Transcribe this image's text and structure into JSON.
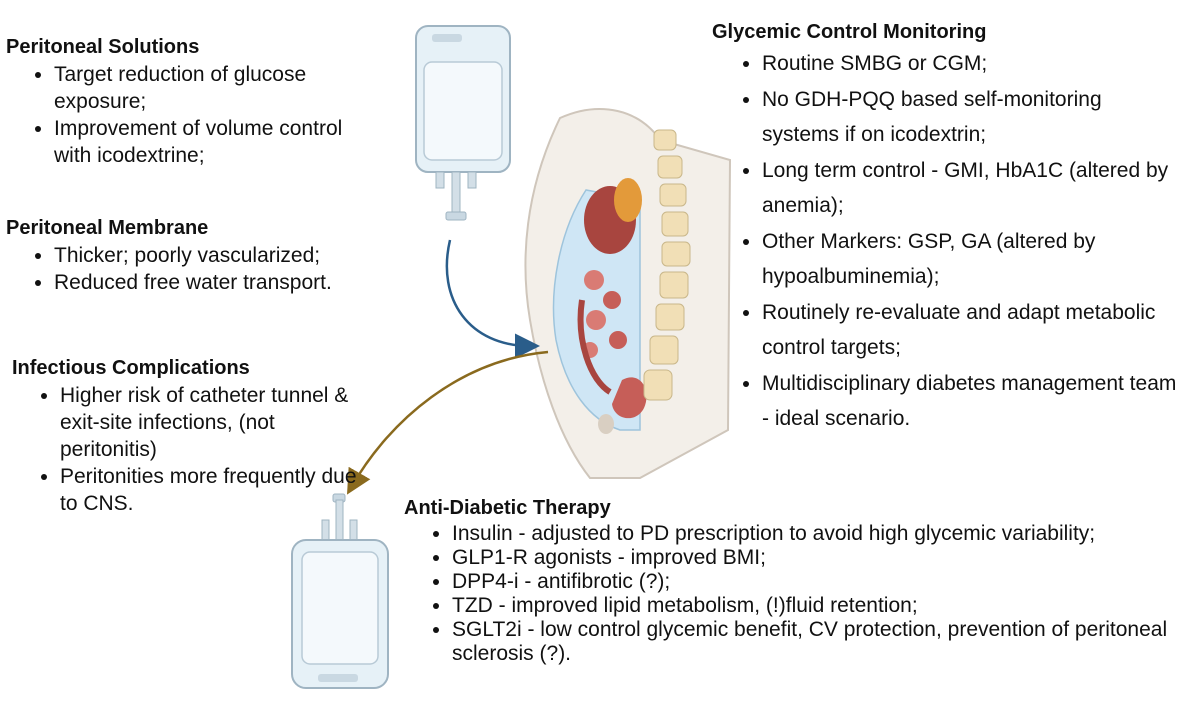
{
  "peritoneal_solutions": {
    "title": "Peritoneal Solutions",
    "items": [
      "Target reduction of glucose exposure;",
      "Improvement of volume control with icodextrine;"
    ]
  },
  "peritoneal_membrane": {
    "title": "Peritoneal Membrane",
    "items": [
      "Thicker; poorly vascularized;",
      "Reduced free water transport."
    ]
  },
  "infectious_complications": {
    "title": "Infectious Complications",
    "items": [
      "Higher risk of catheter tunnel & exit-site infections, (not peritonitis)",
      "Peritonities more frequently due to CNS."
    ]
  },
  "glycemic_control_monitoring": {
    "title": "Glycemic Control Monitoring",
    "items": [
      "Routine SMBG or CGM;",
      "No GDH-PQQ based self-monitoring systems if on icodextrin;",
      "Long term control - GMI, HbA1C (altered by anemia);",
      "Other Markers: GSP, GA (altered by hypoalbuminemia);",
      "Routinely re-evaluate and adapt metabolic control targets;",
      "Multidisciplinary diabetes management team -  ideal scenario."
    ]
  },
  "anti_diabetic_therapy": {
    "title": "Anti-Diabetic Therapy",
    "items": [
      "Insulin - adjusted to PD prescription to avoid high glycemic variability;",
      "GLP1-R agonists  - improved BMI;",
      "DPP4-i - antifibrotic (?);",
      "TZD - improved lipid metabolism, (!)fluid retention;",
      "SGLT2i - low control glycemic benefit,  CV protection, prevention of peritoneal sclerosis (?)."
    ]
  },
  "colors": {
    "inflow_arrow": "#2a5d8a",
    "outflow_arrow": "#8a6a1e",
    "dialysate": "#cfe6f5",
    "bag": "#e6f1f7"
  }
}
